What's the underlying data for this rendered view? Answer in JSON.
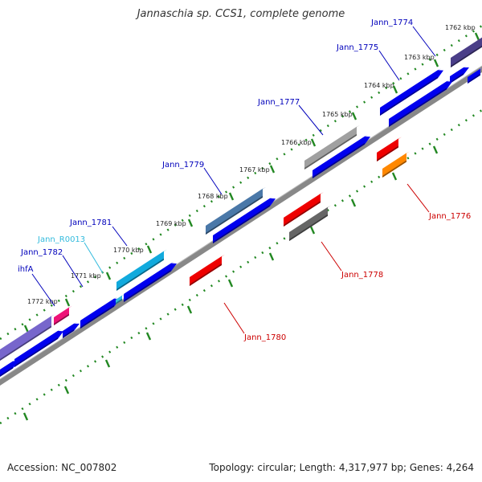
{
  "title": "Jannaschia sp. CCS1, complete genome",
  "footer": {
    "accession": "Accession: NC_007802",
    "summary": "Topology: circular; Length: 4,317,977 bp; Genes: 4,264"
  },
  "kbp_labels": [
    "1762 kbp",
    "1763 kbp",
    "1764 kbp",
    "1765 kbp",
    "1766 kbp",
    "1767 kbp",
    "1768 kbp",
    "1769 kbp",
    "1770 kbp",
    "1771 kbp",
    "1772 kbp"
  ],
  "gene_labels": [
    "Jann_1774",
    "Jann_1775",
    "Jann_1777",
    "Jann_1779",
    "Jann_1781",
    "Jann_R0013",
    "Jann_1782",
    "ihfA",
    "Jann_1776",
    "Jann_1778",
    "Jann_1780"
  ],
  "colors": {
    "label_forward": "#0000bb",
    "label_rna": "#33bbdd",
    "label_reverse": "#cc0000",
    "cds_blue": "#0000ee",
    "red": "#ee0000",
    "tick": "#228822",
    "backbone": "#888888"
  }
}
